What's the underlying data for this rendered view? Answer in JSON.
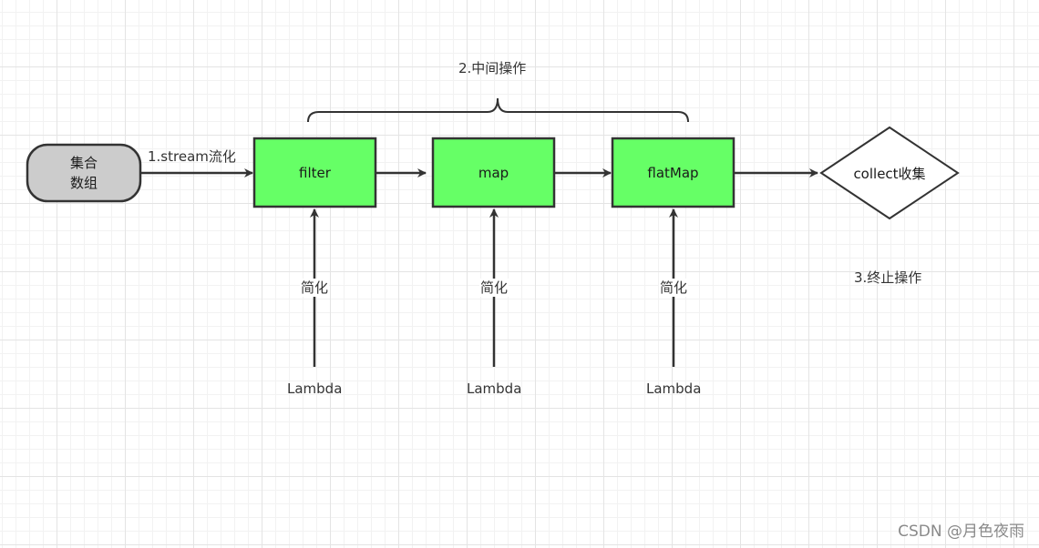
{
  "source": {
    "line1": "集合",
    "line2": "数组"
  },
  "edges": {
    "stream": "1.stream流化"
  },
  "groups": {
    "intermediate": "2.中间操作",
    "terminal": "3.终止操作"
  },
  "operations": [
    {
      "label": "filter",
      "simplify": "简化",
      "lambda": "Lambda"
    },
    {
      "label": "map",
      "simplify": "简化",
      "lambda": "Lambda"
    },
    {
      "label": "flatMap",
      "simplify": "简化",
      "lambda": "Lambda"
    }
  ],
  "terminal": {
    "label": "collect收集"
  },
  "watermark": "CSDN @月色夜雨",
  "colors": {
    "source_fill": "#cccccc",
    "op_fill": "#66ff66",
    "stroke": "#333333"
  }
}
